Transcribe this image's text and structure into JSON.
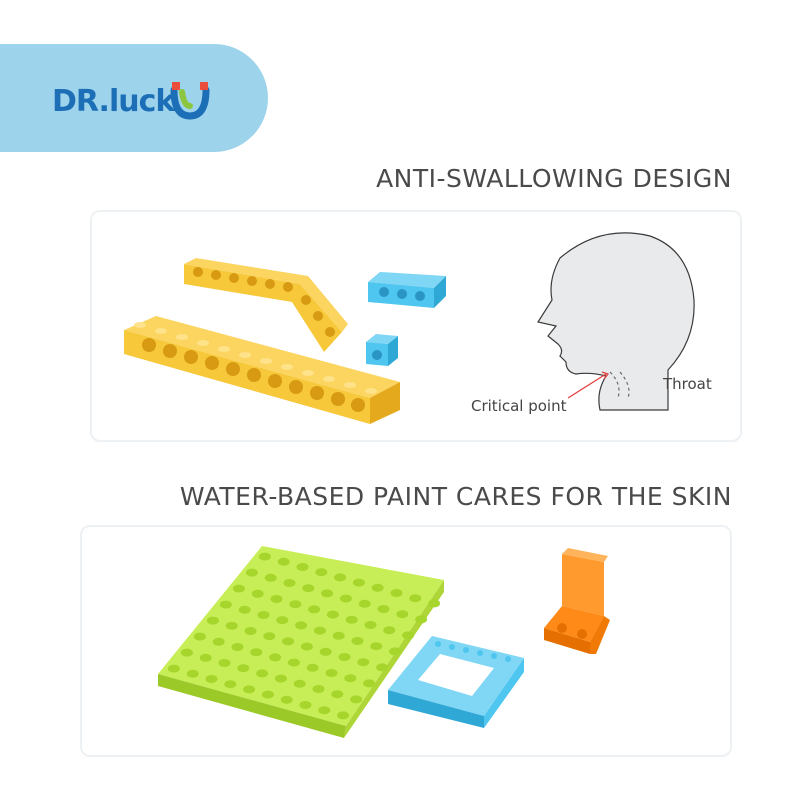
{
  "brand": {
    "logo_text": "DR.luck"
  },
  "sections": [
    {
      "title": "ANTI-SWALLOWING DESIGN",
      "labels": {
        "throat": "Throat",
        "critical": "Critical point"
      }
    },
    {
      "title": "WATER-BASED PAINT CARES FOR THE SKIN"
    }
  ],
  "colors": {
    "banner": "#9ed3ec",
    "logo_blue": "#1c6fb7",
    "yellow": "#f6c83a",
    "blue": "#4fc6ef",
    "lime": "#b9e43c",
    "orange": "#ff8a18"
  },
  "icons": [
    "logo-mark-icon",
    "head-profile-icon"
  ]
}
